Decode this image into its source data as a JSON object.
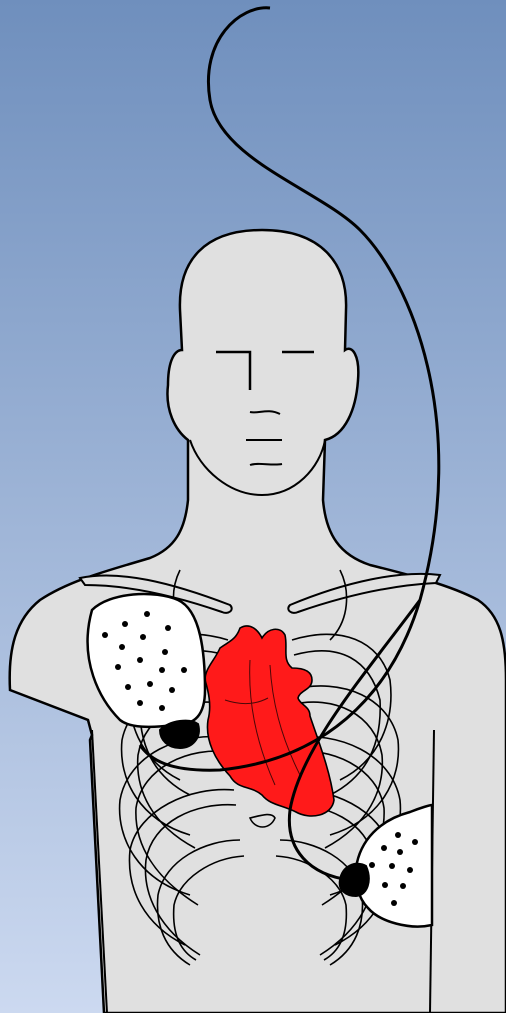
{
  "diagram": {
    "background_top_color": "#6f8fbd",
    "background_bottom_color": "#ccd9f0",
    "skin_color": "#e0e0e0",
    "outline_color": "#000000",
    "heart_color": "#ff1a1a",
    "pad_color": "#ffffff",
    "connector_color": "#000000",
    "parts": {
      "body": "torso-silhouette",
      "heart": "heart-shape",
      "ribs": "ribcage-outline",
      "pad_upper_right_chest": "electrode-pad",
      "pad_lower_left_side": "electrode-pad",
      "cable": "defibrillator-cable"
    }
  }
}
